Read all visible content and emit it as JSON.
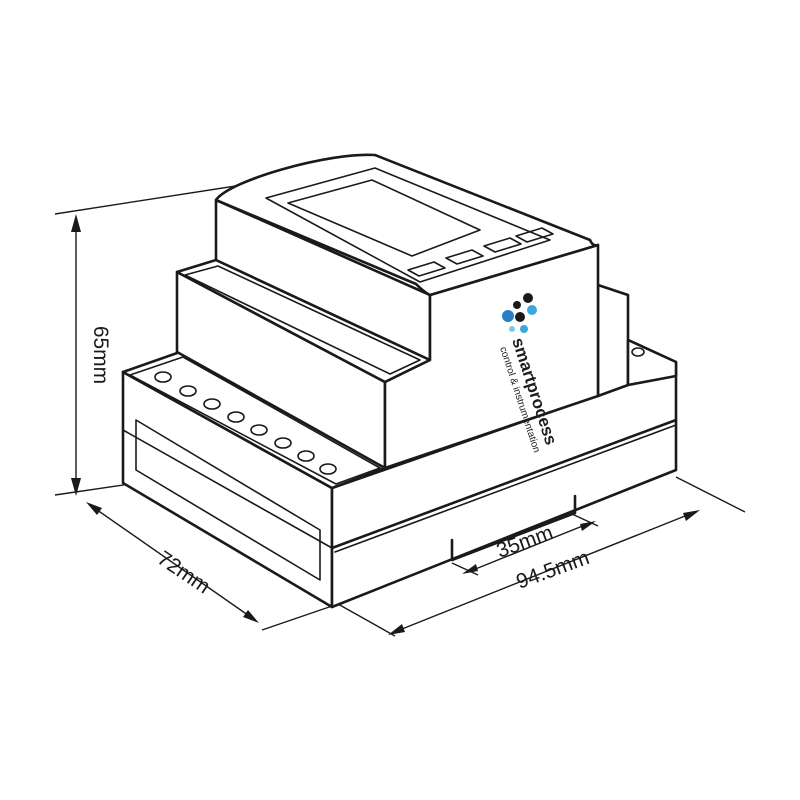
{
  "dimensions": {
    "height": "65mm",
    "depth": "72mm",
    "width": "94.5mm",
    "rail": "35mm"
  },
  "logo": {
    "brand": "smartprocess",
    "tagline": "control & instrumentation",
    "dot_colors": [
      "#1a1a1a",
      "#2a7fc4",
      "#39a9dc",
      "#7fc6ec"
    ]
  }
}
